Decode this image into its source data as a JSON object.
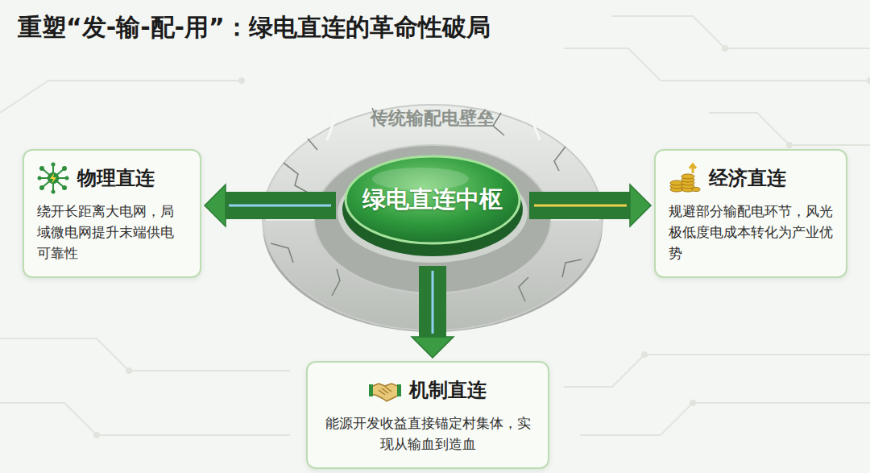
{
  "diagram": {
    "title": "重塑“发-输-配-用”：绿电直连的革命性破局",
    "nodes": [
      {
        "text": [
          "传统输配电壁垒"
        ]
      },
      {
        "text": [
          "绿电直连中枢"
        ],
        "in": 0
      },
      {
        "text": [
          "物理直连",
          "绕开长距离大电网，局域微电网提升末端供电可靠性"
        ]
      },
      {
        "text": [
          "经济直连",
          "规避部分输配电环节，风光极低度电成本转化为产业优势"
        ]
      },
      {
        "text": [
          "机制直连",
          "能源开发收益直接锚定村集体，实现从输血到造血"
        ]
      }
    ],
    "edges": [
      {
        "from": 1,
        "to": 2,
        "arrow": "to"
      },
      {
        "from": 1,
        "to": 3,
        "arrow": "to"
      },
      {
        "from": 1,
        "to": 4,
        "arrow": "to"
      }
    ]
  }
}
